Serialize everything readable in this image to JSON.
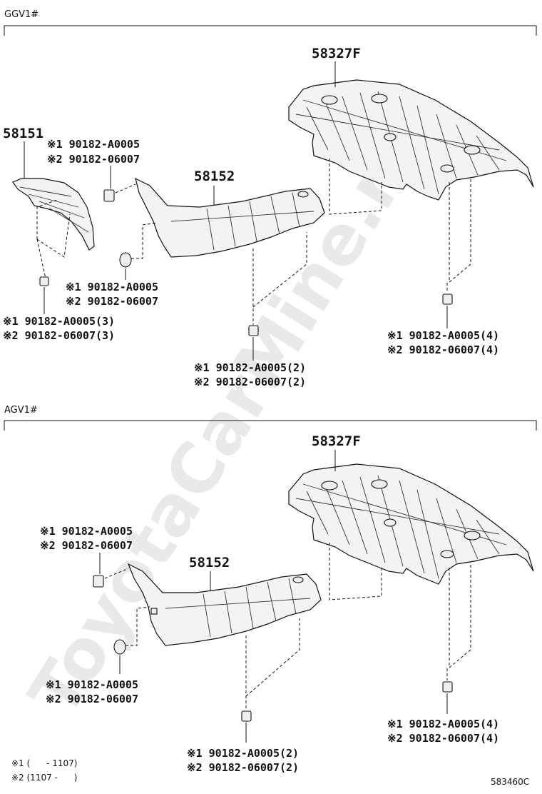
{
  "watermark": "ToyotaCarMine.ru",
  "sections": [
    {
      "title": "GGV1#",
      "labels": {
        "left_shield": "58151",
        "center_shield": "58152",
        "right_shield": "58327F",
        "clip_top_1": "※1 90182-A0005",
        "clip_top_2": "※2 90182-06007",
        "clip_mid_1": "※1 90182-A0005",
        "clip_mid_2": "※2 90182-06007",
        "clip_left_1": "※1 90182-A0005(3)",
        "clip_left_2": "※2 90182-06007(3)",
        "clip_center_1": "※1 90182-A0005(2)",
        "clip_center_2": "※2 90182-06007(2)",
        "clip_right_1": "※1 90182-A0005(4)",
        "clip_right_2": "※2 90182-06007(4)"
      }
    },
    {
      "title": "AGV1#",
      "labels": {
        "center_shield": "58152",
        "right_shield": "58327F",
        "clip_top_1": "※1 90182-A0005",
        "clip_top_2": "※2 90182-06007",
        "clip_mid_1": "※1 90182-A0005",
        "clip_mid_2": "※2 90182-06007",
        "clip_center_1": "※1 90182-A0005(2)",
        "clip_center_2": "※2 90182-06007(2)",
        "clip_right_1": "※1 90182-A0005(4)",
        "clip_right_2": "※2 90182-06007(4)"
      }
    }
  ],
  "legend": {
    "note_1": "※1 (      - 1107)",
    "note_2": "※2 (1107 -      )"
  },
  "figure_code": "583460C"
}
